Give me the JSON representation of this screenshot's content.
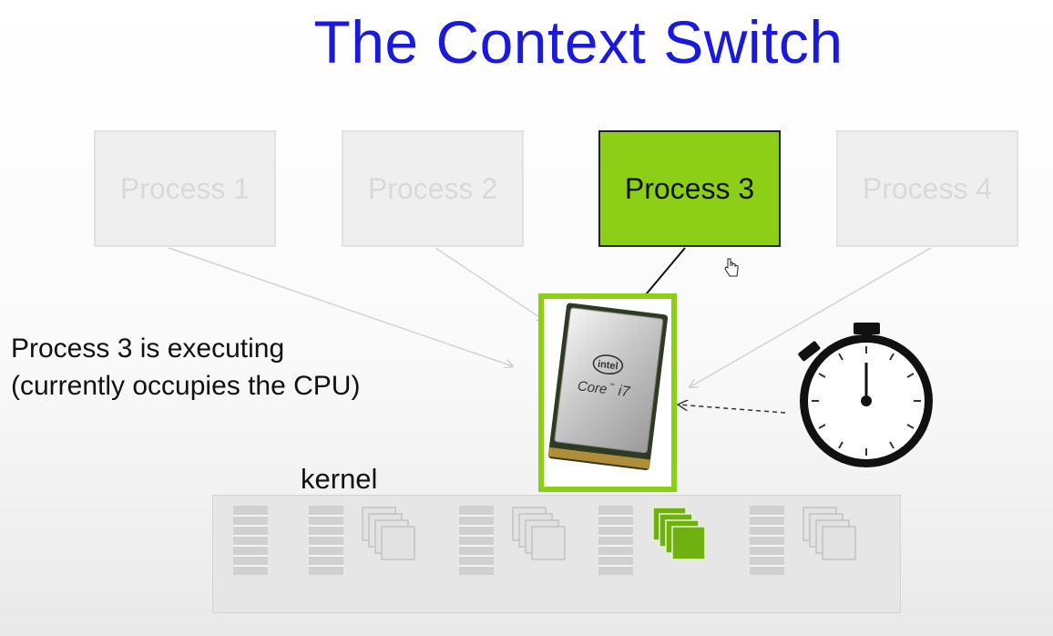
{
  "title": "The Context Switch",
  "processes": [
    {
      "label": "Process 1",
      "active": false
    },
    {
      "label": "Process 2",
      "active": false
    },
    {
      "label": "Process 3",
      "active": true
    },
    {
      "label": "Process 4",
      "active": false
    }
  ],
  "caption": {
    "line1": "Process 3 is executing",
    "line2": "(currently occupies the CPU)"
  },
  "cpu": {
    "brand": "intel",
    "model": "Core",
    "suffix": "i7",
    "tm": "™"
  },
  "kernel": {
    "label": "kernel"
  },
  "timer_icon": "stopwatch-icon",
  "colors": {
    "title": "#1a1adf",
    "active": "#8ccf16",
    "inactive_text": "#d9d9d9"
  }
}
